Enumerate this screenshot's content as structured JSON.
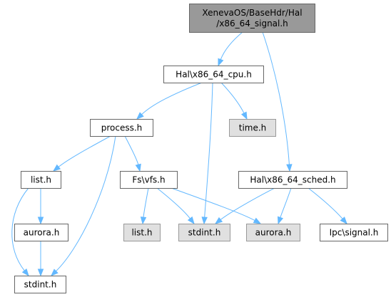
{
  "graph": {
    "nodes": [
      {
        "id": "root",
        "label_lines": [
          "XenevaOS/BaseHdr/Hal",
          "/x86_64_signal.h"
        ],
        "style": "main"
      },
      {
        "id": "cpu",
        "label_lines": [
          "Hal\\x86_64_cpu.h"
        ],
        "style": "normal"
      },
      {
        "id": "sched",
        "label_lines": [
          "Hal\\x86_64_sched.h"
        ],
        "style": "normal"
      },
      {
        "id": "process",
        "label_lines": [
          "process.h"
        ],
        "style": "normal"
      },
      {
        "id": "time",
        "label_lines": [
          "time.h"
        ],
        "style": "missing"
      },
      {
        "id": "list1",
        "label_lines": [
          "list.h"
        ],
        "style": "normal"
      },
      {
        "id": "vfs",
        "label_lines": [
          "Fs\\vfs.h"
        ],
        "style": "normal"
      },
      {
        "id": "list2",
        "label_lines": [
          "list.h"
        ],
        "style": "missing"
      },
      {
        "id": "stdint_a",
        "label_lines": [
          "stdint.h"
        ],
        "style": "missing"
      },
      {
        "id": "aurora_a",
        "label_lines": [
          "aurora.h"
        ],
        "style": "missing"
      },
      {
        "id": "ipc",
        "label_lines": [
          "Ipc\\signal.h"
        ],
        "style": "normal"
      },
      {
        "id": "aurora_b",
        "label_lines": [
          "aurora.h"
        ],
        "style": "normal"
      },
      {
        "id": "stdint_b",
        "label_lines": [
          "stdint.h"
        ],
        "style": "normal"
      }
    ],
    "edges": [
      {
        "from": "root",
        "to": "cpu"
      },
      {
        "from": "root",
        "to": "sched"
      },
      {
        "from": "cpu",
        "to": "process"
      },
      {
        "from": "cpu",
        "to": "time"
      },
      {
        "from": "cpu",
        "to": "stdint_a"
      },
      {
        "from": "process",
        "to": "list1"
      },
      {
        "from": "process",
        "to": "vfs"
      },
      {
        "from": "process",
        "to": "stdint_b"
      },
      {
        "from": "list1",
        "to": "aurora_b"
      },
      {
        "from": "list1",
        "to": "stdint_b"
      },
      {
        "from": "aurora_b",
        "to": "stdint_b"
      },
      {
        "from": "vfs",
        "to": "list2"
      },
      {
        "from": "vfs",
        "to": "stdint_a"
      },
      {
        "from": "vfs",
        "to": "aurora_a"
      },
      {
        "from": "sched",
        "to": "stdint_a"
      },
      {
        "from": "sched",
        "to": "aurora_a"
      },
      {
        "from": "sched",
        "to": "ipc"
      }
    ],
    "colors": {
      "edge": "#63b8ff",
      "main_fill": "#999999",
      "missing_fill": "#e0e0e0",
      "border": "#666666"
    }
  }
}
